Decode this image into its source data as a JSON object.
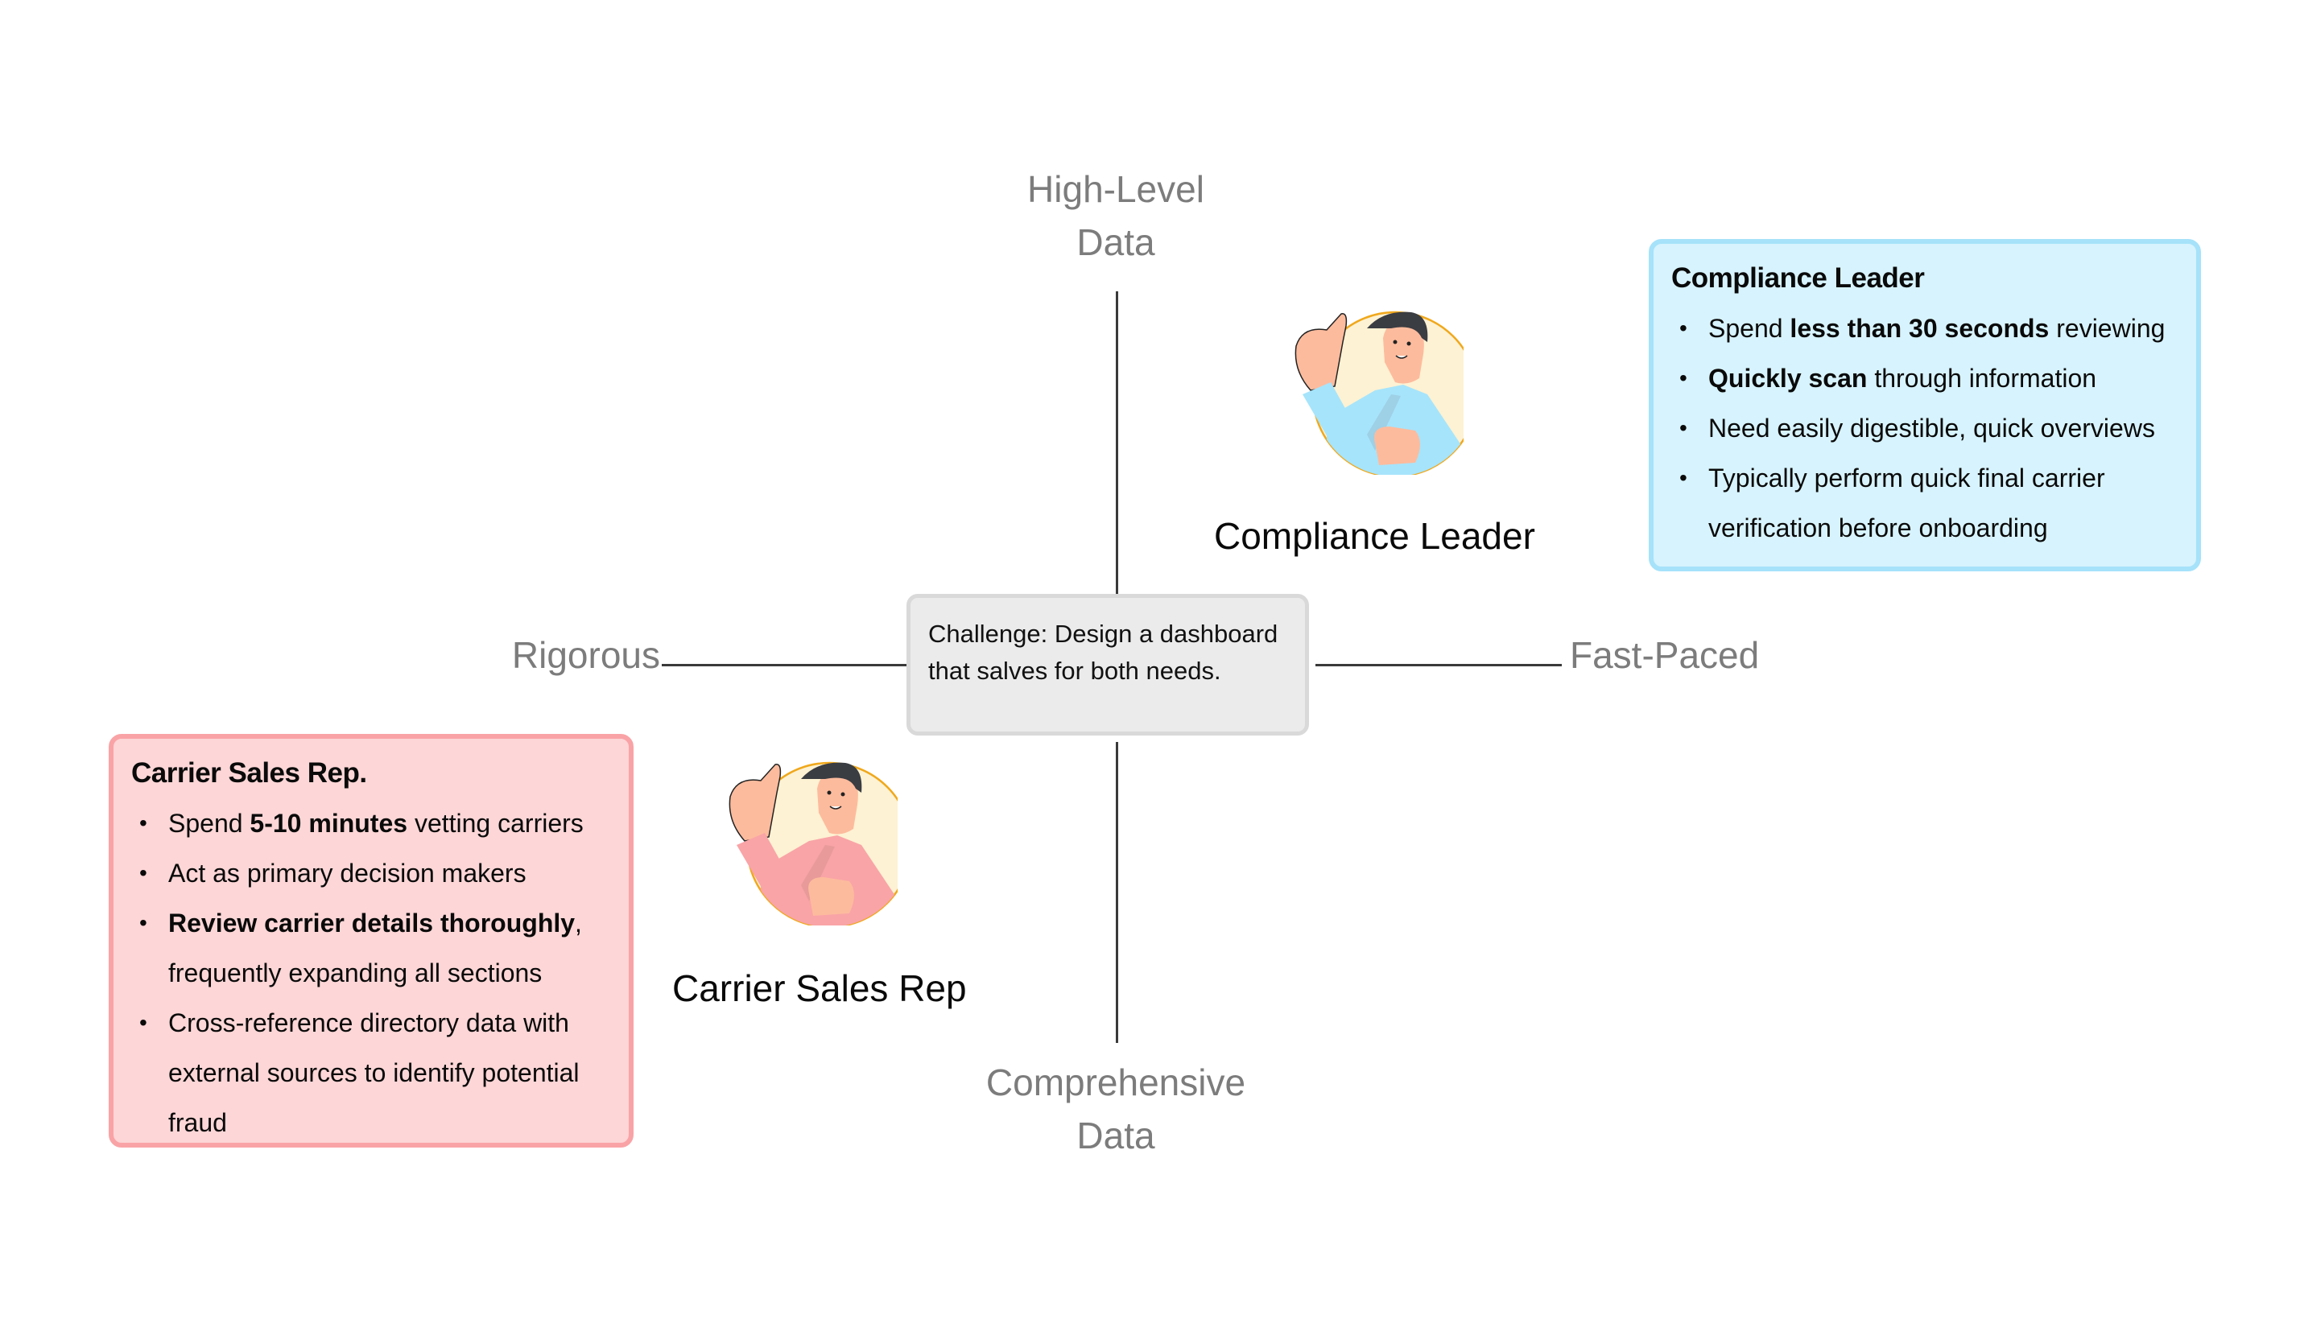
{
  "axes": {
    "top": [
      "High-Level",
      "Data"
    ],
    "bottom": [
      "Comprehensive",
      "Data"
    ],
    "left": "Rigorous",
    "right": "Fast-Paced"
  },
  "challenge": {
    "text": "Challenge: Design a dashboard that salves for both needs."
  },
  "personas": {
    "compliance": {
      "name": "Compliance Leader",
      "shirt_color": "#a6e4fb",
      "card": {
        "title": "Compliance Leader",
        "bg_color": "#d7f3fd",
        "border_color": "#a6e2fa",
        "items": [
          {
            "pre": "Spend ",
            "bold": "less than 30 seconds",
            "post": " reviewing"
          },
          {
            "pre": "",
            "bold": "Quickly scan",
            "post": " through information"
          },
          {
            "pre": "Need easily digestible, quick overviews",
            "bold": "",
            "post": ""
          },
          {
            "pre": "Typically perform quick final carrier verification before onboarding",
            "bold": "",
            "post": ""
          }
        ]
      }
    },
    "sales": {
      "name": "Carrier Sales Rep",
      "shirt_color": "#f9a4a7",
      "card": {
        "title": "Carrier Sales Rep.",
        "bg_color": "#fdd6d7",
        "border_color": "#f9a3a6",
        "items": [
          {
            "pre": "Spend ",
            "bold": "5-10 minutes",
            "post": " vetting carriers"
          },
          {
            "pre": "Act as primary decision makers",
            "bold": "",
            "post": ""
          },
          {
            "pre": "",
            "bold": "Review carrier details thoroughly",
            "post": ", frequently expanding all sections"
          },
          {
            "pre": "Cross-reference directory data with external sources to identify potential fraud",
            "bold": "",
            "post": ""
          }
        ]
      }
    }
  }
}
